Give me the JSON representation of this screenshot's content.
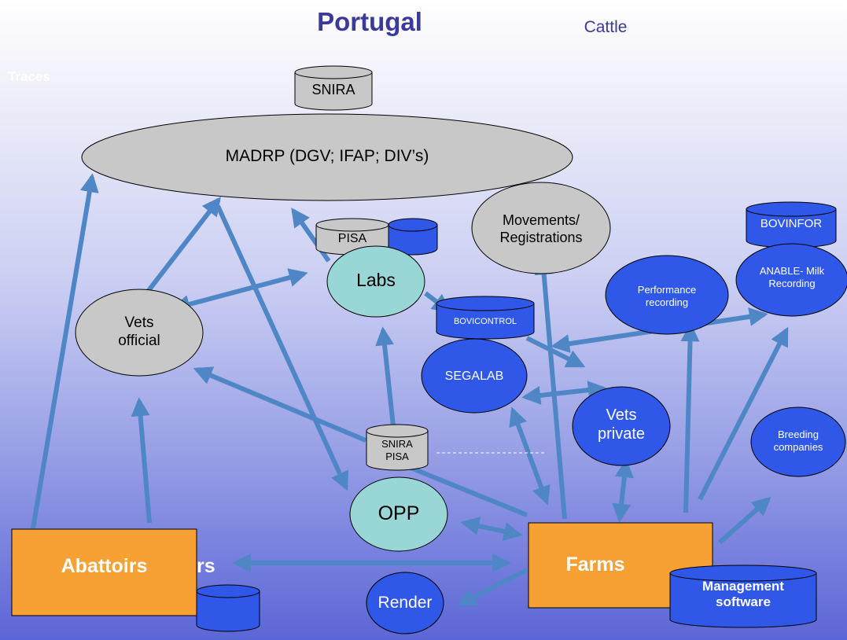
{
  "title": "Portugal",
  "subtitle": "Cattle",
  "corner_label": "Traces",
  "colors": {
    "grey_node": "#c8c8c8",
    "teal_node": "#99d6d6",
    "blue_node": "#2f58e8",
    "orange_node": "#f7a033",
    "arrow": "#4f86c6",
    "title": "#3a3a9a"
  },
  "nodes": {
    "snira_top": "SNIRA",
    "madrp": "MADRP (DGV; IFAP; DIV’s)",
    "pisa": "PISA",
    "labs": "Labs",
    "movements": "Movements/\nRegistrations",
    "bovinfor": "BOVINFOR",
    "anable": "ANABLE- Milk\nRecording",
    "performance": "Performance\nrecording",
    "vets_official": "Vets\nofficial",
    "bovicontrol": "BOVICONTROL",
    "segalab": "SEGALAB",
    "vets_private": "Vets\nprivate",
    "snira_pisa": "SNIRA\nPISA",
    "breeding": "Breeding\ncompanies",
    "opp": "OPP",
    "abattoirs": "Abattoirs",
    "abattoirs_shadow": "rs",
    "farms": "Farms",
    "render": "Render",
    "management": "Management\nsoftware"
  }
}
